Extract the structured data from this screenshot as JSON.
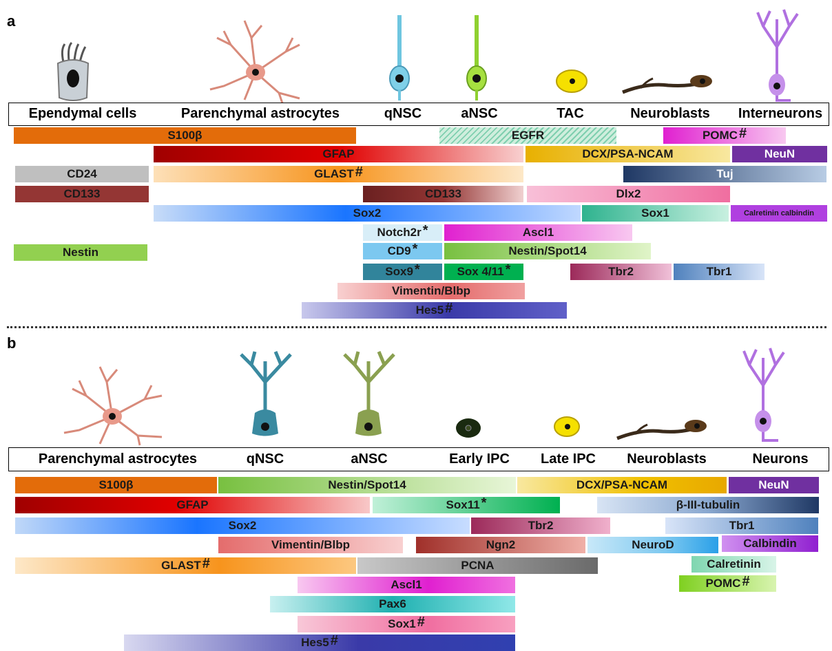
{
  "panels": {
    "a": {
      "label": "a",
      "stages": [
        "Ependymal cells",
        "Parenchymal astrocytes",
        "qNSC",
        "aNSC",
        "TAC",
        "Neuroblasts",
        "Interneurons"
      ],
      "markers": [
        {
          "label": "S100β",
          "mark": "",
          "fill": "solid-orange"
        },
        {
          "label": "EGFR",
          "mark": "",
          "fill": "pattern-green"
        },
        {
          "label": "POMC",
          "mark": "#",
          "fill": "magenta"
        },
        {
          "label": "GFAP",
          "mark": "",
          "fill": "red"
        },
        {
          "label": "DCX/PSA-NCAM",
          "mark": "",
          "fill": "gold"
        },
        {
          "label": "NeuN",
          "mark": "",
          "fill": "purple"
        },
        {
          "label": "CD24",
          "mark": "",
          "fill": "grey"
        },
        {
          "label": "GLAST",
          "mark": "#",
          "fill": "orange"
        },
        {
          "label": "Tuj",
          "mark": "",
          "fill": "navy"
        },
        {
          "label": "CD133",
          "mark": "",
          "fill": "brown"
        },
        {
          "label": "CD133",
          "mark": "",
          "fill": "brown-gradient"
        },
        {
          "label": "Dlx2",
          "mark": "",
          "fill": "pink"
        },
        {
          "label": "Sox2",
          "mark": "",
          "fill": "blue"
        },
        {
          "label": "Sox1",
          "mark": "",
          "fill": "teal"
        },
        {
          "label": "Calretinin calbindin",
          "mark": "",
          "fill": "violet"
        },
        {
          "label": "Notch2r",
          "mark": "*",
          "fill": "light-blue"
        },
        {
          "label": "Ascl1",
          "mark": "",
          "fill": "magenta"
        },
        {
          "label": "Nestin",
          "mark": "",
          "fill": "green"
        },
        {
          "label": "CD9",
          "mark": "*",
          "fill": "sky"
        },
        {
          "label": "Nestin/Spot14",
          "mark": "",
          "fill": "green-gradient"
        },
        {
          "label": "Sox9",
          "mark": "*",
          "fill": "dark-teal"
        },
        {
          "label": "Sox 4/11",
          "mark": "*",
          "fill": "emerald"
        },
        {
          "label": "Tbr2",
          "mark": "",
          "fill": "wine"
        },
        {
          "label": "Tbr1",
          "mark": "",
          "fill": "steel"
        },
        {
          "label": "Vimentin/Blbp",
          "mark": "",
          "fill": "salmon"
        },
        {
          "label": "Hes5",
          "mark": "#",
          "fill": "indigo"
        }
      ]
    },
    "b": {
      "label": "b",
      "stages": [
        "Parenchymal astrocytes",
        "qNSC",
        "aNSC",
        "Early IPC",
        "Late IPC",
        "Neuroblasts",
        "Neurons"
      ],
      "markers": [
        {
          "label": "S100β",
          "mark": "",
          "fill": "solid-orange"
        },
        {
          "label": "Nestin/Spot14",
          "mark": "",
          "fill": "green-gradient"
        },
        {
          "label": "DCX/PSA-NCAM",
          "mark": "",
          "fill": "gold"
        },
        {
          "label": "NeuN",
          "mark": "",
          "fill": "purple"
        },
        {
          "label": "GFAP",
          "mark": "",
          "fill": "red"
        },
        {
          "label": "Sox11",
          "mark": "*",
          "fill": "emerald"
        },
        {
          "label": "β-III-tubulin",
          "mark": "",
          "fill": "navy"
        },
        {
          "label": "Sox2",
          "mark": "",
          "fill": "blue"
        },
        {
          "label": "Tbr2",
          "mark": "",
          "fill": "wine"
        },
        {
          "label": "Tbr1",
          "mark": "",
          "fill": "steel"
        },
        {
          "label": "Vimentin/Blbp",
          "mark": "",
          "fill": "salmon"
        },
        {
          "label": "Ngn2",
          "mark": "",
          "fill": "rust"
        },
        {
          "label": "NeuroD",
          "mark": "",
          "fill": "sky"
        },
        {
          "label": "Calbindin",
          "mark": "",
          "fill": "violet"
        },
        {
          "label": "GLAST",
          "mark": "#",
          "fill": "orange"
        },
        {
          "label": "PCNA",
          "mark": "",
          "fill": "grey"
        },
        {
          "label": "Calretinin",
          "mark": "",
          "fill": "mint"
        },
        {
          "label": "Ascl1",
          "mark": "",
          "fill": "magenta"
        },
        {
          "label": "POMC",
          "mark": "#",
          "fill": "lime"
        },
        {
          "label": "Pax6",
          "mark": "",
          "fill": "cyan"
        },
        {
          "label": "Sox1",
          "mark": "#",
          "fill": "pink"
        },
        {
          "label": "Hes5",
          "mark": "#",
          "fill": "indigo"
        }
      ]
    }
  },
  "colors": {
    "solid-orange": "#e36c0a",
    "orange": "#f7941d",
    "red": "#c00000",
    "gold": "#f0c000",
    "purple": "#7030a0",
    "grey": "#a6a6a6",
    "navy": "#1f3864",
    "brown": "#943634",
    "pink": "#f06ea0",
    "blue": "#1a75ff",
    "teal": "#2fb38f",
    "violet": "#b040e0",
    "light-blue": "#cfe8f5",
    "magenta": "#e020d0",
    "green": "#92d050",
    "sky": "#7cc8f0",
    "dark-teal": "#31849b",
    "emerald": "#00b050",
    "wine": "#9c2a5a",
    "steel": "#4f81bd",
    "salmon": "#e46c6c",
    "indigo": "#3a3aa8",
    "rust": "#a0302a",
    "mint": "#7fd6b0",
    "lime": "#7fd020",
    "cyan": "#1fb0b0"
  }
}
